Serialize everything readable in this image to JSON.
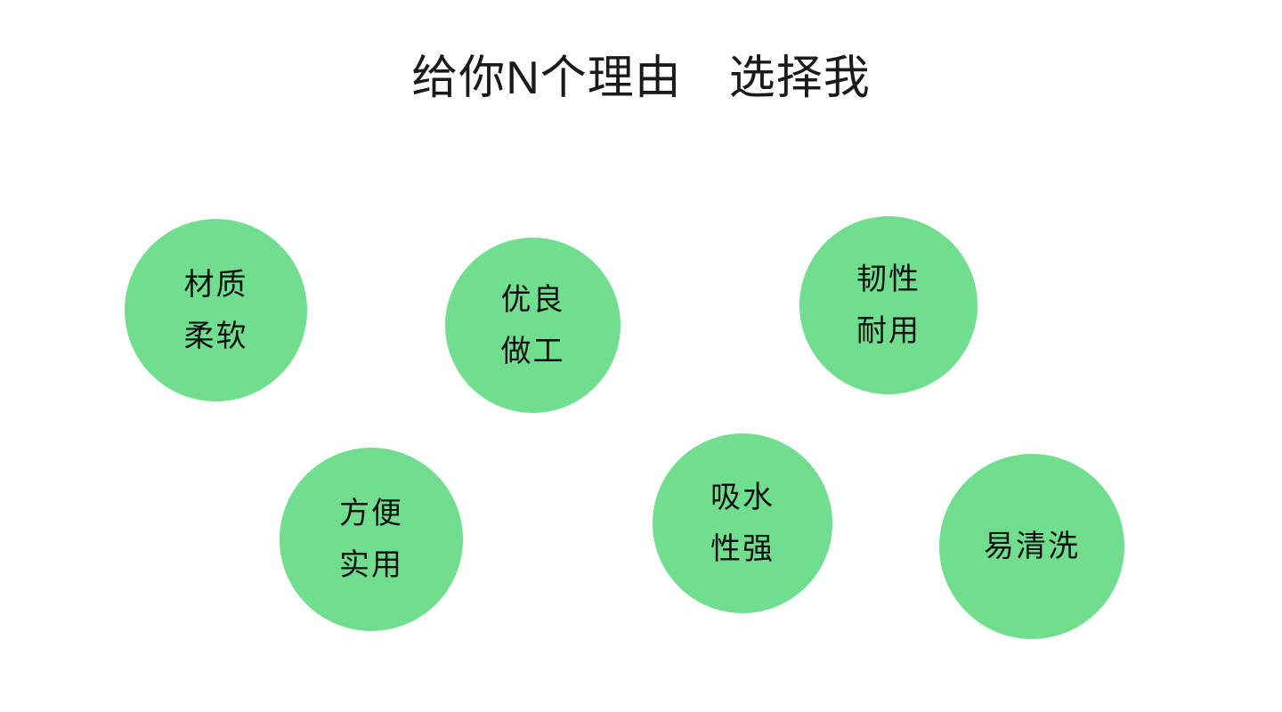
{
  "slide": {
    "background_color": "#ffffff",
    "title": "给你N个理由　选择我",
    "text_color": "#111111",
    "accent_color": "#70de8e"
  },
  "bubbles": [
    {
      "id": "bubble-material-soft",
      "lines": [
        "材质",
        "柔软"
      ],
      "line1": "材质",
      "line2": "柔软",
      "color": "#70de8e"
    },
    {
      "id": "bubble-fine-workmanship",
      "lines": [
        "优良",
        "做工"
      ],
      "line1": "优良",
      "line2": "做工",
      "color": "#70de8e"
    },
    {
      "id": "bubble-tough-durable",
      "lines": [
        "韧性",
        "耐用"
      ],
      "line1": "韧性",
      "line2": "耐用",
      "color": "#70de8e"
    },
    {
      "id": "bubble-convenient-practical",
      "lines": [
        "方便",
        "实用"
      ],
      "line1": "方便",
      "line2": "实用",
      "color": "#70de8e"
    },
    {
      "id": "bubble-absorbent",
      "lines": [
        "吸水",
        "性强"
      ],
      "line1": "吸水",
      "line2": "性强",
      "color": "#70de8e"
    },
    {
      "id": "bubble-easy-to-clean",
      "lines": [
        "易清洗"
      ],
      "line1": "易清洗",
      "color": "#70de8e"
    }
  ]
}
